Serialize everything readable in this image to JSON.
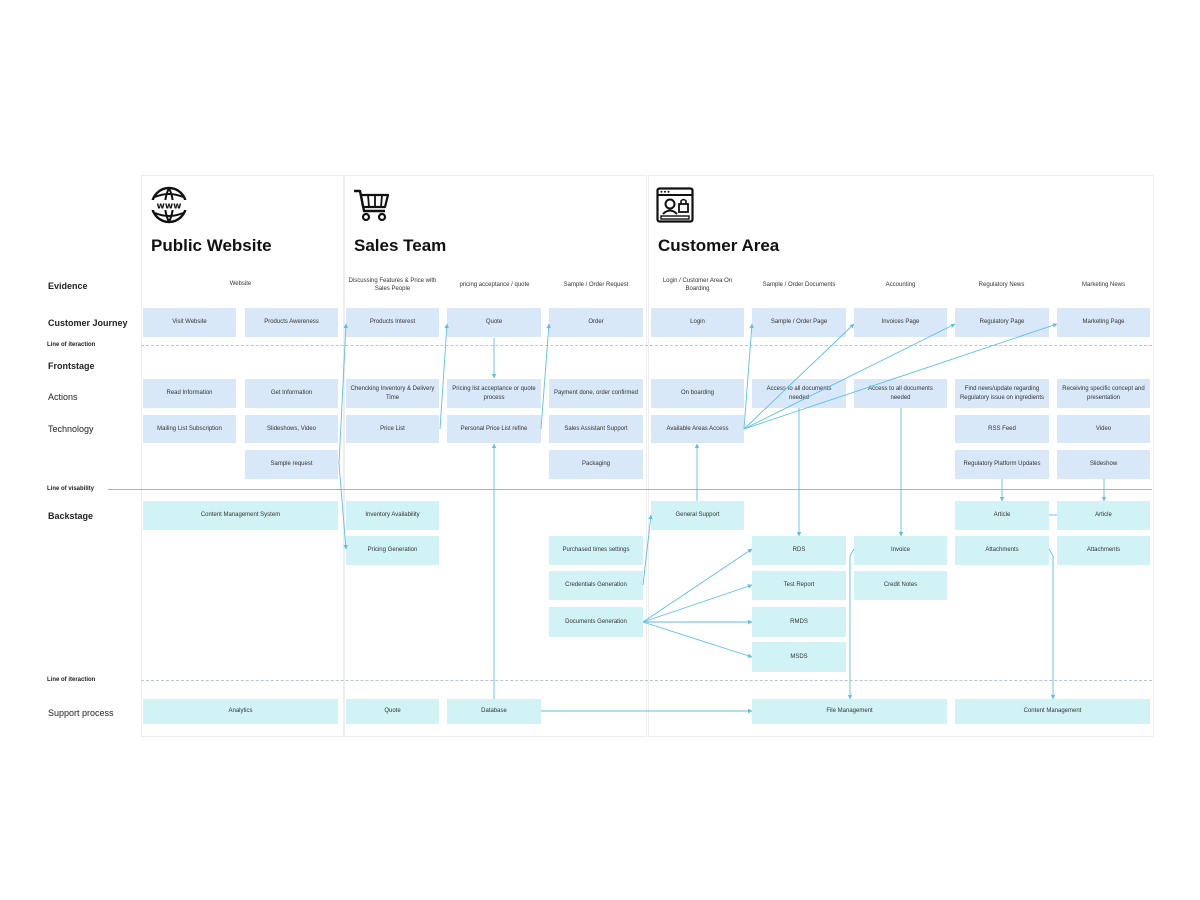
{
  "sections": [
    {
      "id": "public",
      "title": "Public Website",
      "icon": "www-globe-icon"
    },
    {
      "id": "sales",
      "title": "Sales Team",
      "icon": "shopping-cart-icon"
    },
    {
      "id": "customer",
      "title": "Customer Area",
      "icon": "secure-login-window-icon"
    }
  ],
  "row_labels": {
    "evidence": "Evidence",
    "customer_journey": "Customer Journey",
    "line_interaction_1": "Line of iteraction",
    "frontstage": "Frontstage",
    "actions": "Actions",
    "technology": "Technology",
    "line_visibility": "Line of visability",
    "backstage": "Backstage",
    "line_interaction_2": "Line of iteraction",
    "support_process": "Support process"
  },
  "evidence": {
    "website": "Website",
    "discussing": "Discussing Features & Price with Sales People",
    "pricing_acceptance": "pricing acceptance / quote",
    "sample_order_request": "Sample / Order Request",
    "login_onboarding": "Login / Customer Area On Boarding",
    "sample_order_docs": "Sample / Order Documents",
    "accounting": "Accounting",
    "regulatory_news": "Regulatory News",
    "marketing_news": "Marketing News"
  },
  "journey": {
    "visit_website": "Visit Website",
    "products_awareness": "Products Awereness",
    "products_interest": "Products Interest",
    "quote": "Quote",
    "order": "Order",
    "login": "Login",
    "sample_order_page": "Sample / Order Page",
    "invoices_page": "Invoices Page",
    "regulatory_page": "Regulatory Page",
    "marketing_page": "Marketing Page"
  },
  "actions": {
    "read_information": "Read Information",
    "get_information": "Get Information",
    "checking_inventory": "Chencking Inventory & Delivery Time",
    "pricing_list_acceptance": "Pricing list acceptance or quote process",
    "payment_done": "Payment done, order confirmed",
    "on_boarding": "On boarding",
    "access_docs_1": "Access to all documents needed",
    "access_docs_2": "Access to all documents needed",
    "find_news": "Find news/update regarding Regulatory issue on ingredients",
    "receiving_concept": "Receiving specific concept and presentation"
  },
  "technology": {
    "mailing_list": "Mailing List Subscription",
    "slideshows_video": "Slideshows, Video",
    "price_list": "Price List",
    "personal_price_list": "Personal Price List refine",
    "sales_assistant": "Sales Assistant Support",
    "available_areas": "Available Areas Access",
    "rss_feed": "RSS Feed",
    "video": "Video",
    "sample_request": "Sample request",
    "packaging": "Packaging",
    "regulatory_platform": "Regulatory Platform Updates",
    "slideshow": "Slideshow"
  },
  "backstage": {
    "cms": "Content Management System",
    "inventory_availability": "Inventory Availability",
    "general_support": "General Support",
    "article_1": "Article",
    "article_2": "Article",
    "pricing_generation": "Pricing Generation",
    "purchased_times": "Purchased times settings",
    "rds": "RDS",
    "invoice": "Invoice",
    "attachments_1": "Attachments",
    "attachments_2": "Attachments",
    "credentials_generation": "Credentials Generation",
    "test_report": "Test Report",
    "credit_notes": "Credit Notes",
    "documents_generation": "Documents Generation",
    "rmds": "RMDS",
    "msds": "MSDS"
  },
  "support": {
    "analytics": "Analytics",
    "quote": "Quote",
    "database": "Database",
    "file_management": "File Management",
    "content_management": "Content Management"
  },
  "colors": {
    "frontstage_box": "#d8e8f9",
    "backstage_box": "#d2f3f6",
    "connector": "#5bbfe6",
    "visibility_line": "#9fb4c7"
  }
}
